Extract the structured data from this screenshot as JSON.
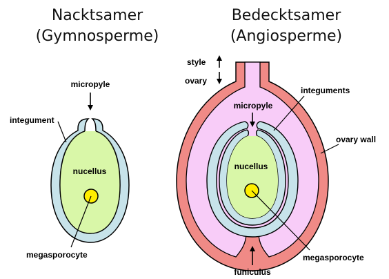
{
  "titles": {
    "gymnosperm_line1": "Nacktsamer",
    "gymnosperm_line2": "(Gymnosperme)",
    "angiosperm_line1": "Bedecktsamer",
    "angiosperm_line2": "(Angiosperme)"
  },
  "gymnosperm_labels": {
    "micropyle": "micropyle",
    "integument": "integument",
    "nucellus": "nucellus",
    "megasporocyte": "megasporocyte"
  },
  "angiosperm_labels": {
    "style": "style",
    "ovary": "ovary",
    "micropyle": "micropyle",
    "integuments": "integuments",
    "ovary_wall": "ovary wall",
    "nucellus": "nucellus",
    "megasporocyte": "megasporocyte",
    "funiculus": "funiculus"
  },
  "colors": {
    "integument": "#c7e3ea",
    "nucellus": "#d9f7a8",
    "megasporocyte": "#ffee00",
    "ovary_wall": "#f08a86",
    "ovary_cavity": "#f8ccf8",
    "outline": "#000000"
  }
}
